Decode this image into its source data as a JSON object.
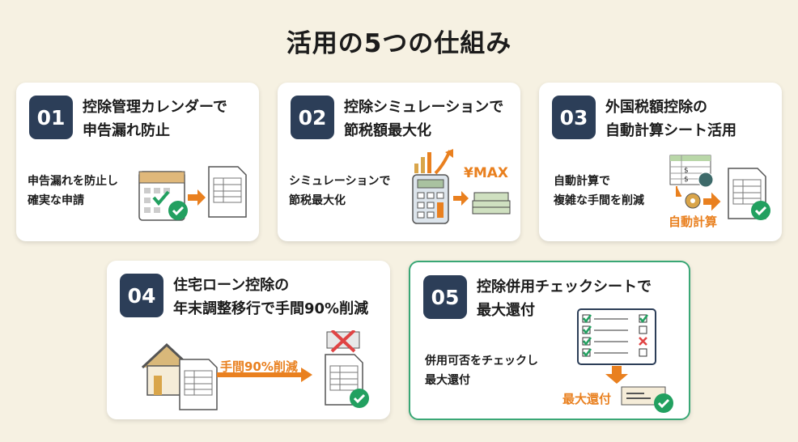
{
  "title": "活用の5つの仕組み",
  "cards": [
    {
      "num": "01",
      "title1": "控除管理カレンダーで",
      "title2": "申告漏れ防止",
      "desc1": "申告漏れを防止し",
      "desc2": "確実な申請"
    },
    {
      "num": "02",
      "title1": "控除シミュレーションで",
      "title2": "節税額最大化",
      "desc1": "シミュレーションで",
      "desc2": "節税最大化",
      "label": "¥MAX"
    },
    {
      "num": "03",
      "title1": "外国税額控除の",
      "title2": "自動計算シート活用",
      "desc1": "自動計算で",
      "desc2": "複雑な手間を削減",
      "label": "自動計算"
    },
    {
      "num": "04",
      "title1": "住宅ローン控除の",
      "title2": "年末調整移行で手間90%削減",
      "label": "手間90%削減"
    },
    {
      "num": "05",
      "title1": "控除併用チェックシートで",
      "title2": "最大還付",
      "desc1": "併用可否をチェックし",
      "desc2": "最大還付",
      "label": "最大還付"
    }
  ],
  "colors": {
    "navy": "#2c3e58",
    "orange": "#e9801f",
    "green": "#22a060",
    "bg": "#f6f1e2"
  }
}
